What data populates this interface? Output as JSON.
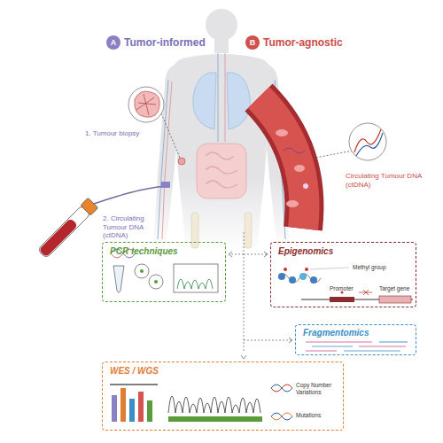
{
  "diagram": {
    "nodes": [
      {
        "text": [
          "A"
        ]
      },
      {
        "text": [
          "B"
        ]
      },
      {
        "text": [
          "PCR techniques"
        ]
      },
      {
        "text": [
          "Epigenomics",
          "Methyl group",
          "Promoter",
          "Target gene"
        ]
      },
      {
        "text": [
          "Fragmentomics"
        ]
      },
      {
        "text": [
          "WES / WGS",
          "Copy Number Variations",
          "Mutations"
        ]
      }
    ],
    "labels": [
      "Tumor-informed",
      "Tumor-agnostic",
      "1. Tumour biopsy",
      "2. Circulating Tumour DNA (ctDNA)",
      "Circulating Tumour DNA (ctDNA)"
    ]
  }
}
